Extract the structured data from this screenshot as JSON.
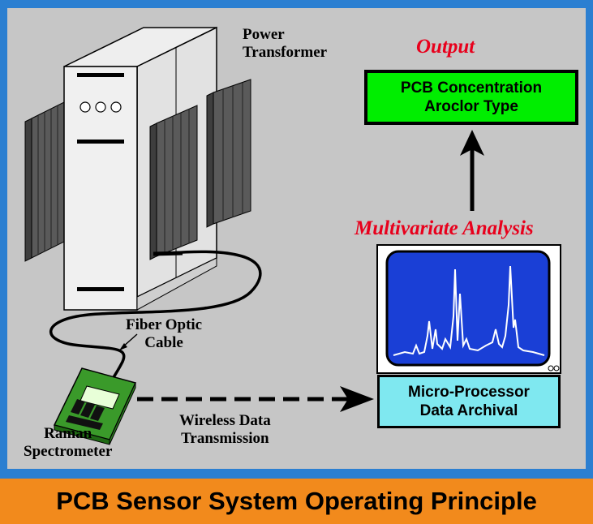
{
  "labels": {
    "power_transformer": [
      "Power",
      "Transformer"
    ],
    "output": "Output",
    "multivariate": "Multivariate Analysis",
    "fiber_optic": [
      "Fiber Optic",
      "Cable"
    ],
    "wireless": [
      "Wireless Data",
      "Transmission"
    ],
    "raman": [
      "Raman",
      "Spectrometer"
    ]
  },
  "output_box": {
    "line1": "PCB Concentration",
    "line2": "Aroclor Type"
  },
  "processor_box": {
    "line1": "Micro-Processor",
    "line2": "Data Archival"
  },
  "banner": "PCB Sensor System Operating Principle",
  "colors": {
    "frame": "#2b7fd1",
    "panel": "#c6c6c6",
    "banner": "#f28a1c",
    "output_box": "#00ee00",
    "processor_box": "#7fe8f0",
    "screen": "#1a3fd6",
    "red_text": "#e8001c",
    "spectrometer": "#3a9a2a"
  }
}
